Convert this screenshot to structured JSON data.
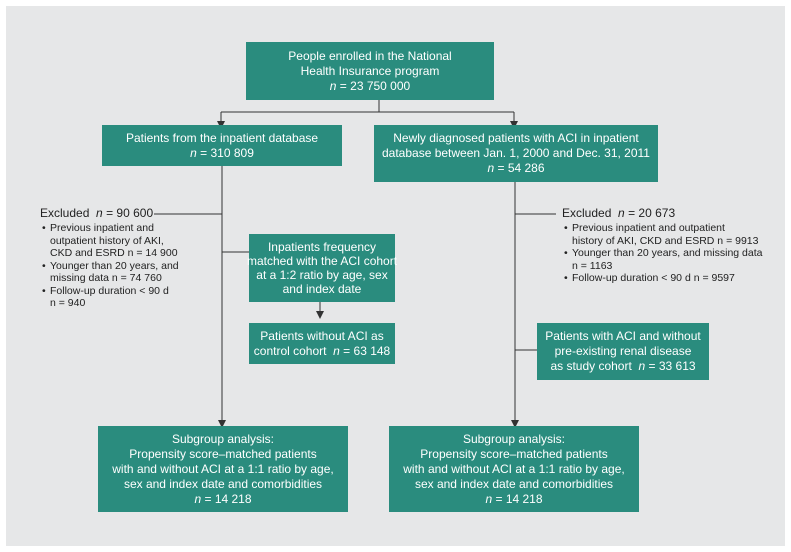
{
  "boxes": {
    "enrolled": {
      "lines": [
        "People enrolled in the National",
        "Health Insurance program"
      ],
      "n_prefix": "n",
      "n_value": " = 23 750 000"
    },
    "inpatient_db": {
      "lines": [
        "Patients from the inpatient database"
      ],
      "n_prefix": "n",
      "n_value": " = 310 809"
    },
    "aci_new": {
      "lines": [
        "Newly diagnosed patients with ACI in inpatient",
        "database between Jan. 1, 2000 and Dec. 31, 2011"
      ],
      "n_prefix": "n",
      "n_value": " = 54 286"
    },
    "matched": {
      "lines": [
        "Inpatients frequency",
        "matched with the ACI cohort",
        "at a 1:2 ratio by age, sex",
        "and index date"
      ]
    },
    "control": {
      "lines": [
        "Patients without ACI as",
        "control cohort"
      ],
      "n_prefix": "n",
      "n_value": " = 63 148"
    },
    "study": {
      "lines": [
        "Patients with ACI and without",
        "pre-existing renal disease",
        "as study cohort"
      ],
      "n_prefix": "n",
      "n_value": " = 33 613"
    },
    "subgroup_left": {
      "lines": [
        "Subgroup analysis:",
        "Propensity score–matched patients",
        "with and without ACI at a 1:1 ratio by age,",
        "sex and index date and comorbidities"
      ],
      "n_prefix": "n",
      "n_value": " = 14 218"
    },
    "subgroup_right": {
      "lines": [
        "Subgroup analysis:",
        "Propensity score–matched patients",
        "with and without ACI at a 1:1 ratio by age,",
        "sex and  index date and comorbidities"
      ],
      "n_prefix": "n",
      "n_value": " = 14 218"
    }
  },
  "excluded_left": {
    "head": "Excluded",
    "n_prefix": "n",
    "n_value": " = 90 600",
    "items": [
      [
        "Previous inpatient and",
        "outpatient history of AKI,",
        "CKD and ESRD  n = 14 900"
      ],
      [
        "Younger than 20 years, and",
        "missing data  n = 74 760"
      ],
      [
        "Follow-up duration  < 90 d",
        "n = 940"
      ]
    ]
  },
  "excluded_right": {
    "head": "Excluded",
    "n_prefix": "n",
    "n_value": " = 20 673",
    "items": [
      [
        "Previous inpatient and outpatient",
        "history of AKI, CKD and ESRD  n = 9913"
      ],
      [
        "Younger than 20 years, and missing data",
        "n = 1163"
      ],
      [
        "Follow-up duration < 90 d  n = 9597"
      ]
    ]
  },
  "colors": {
    "box": "#2a8c7e",
    "background": "#e6e7e8",
    "line": "#333333"
  }
}
